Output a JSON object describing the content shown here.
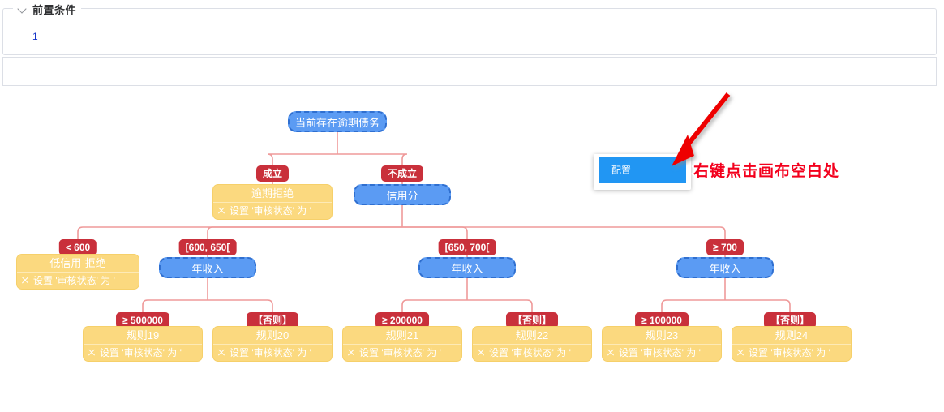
{
  "precondition_panel": {
    "legend": "前置条件",
    "collapse_icon": "chevron-down-icon",
    "value": "1"
  },
  "canvas": {
    "nodes": {
      "root": {
        "label": "当前存在逾期债务"
      },
      "overdue_reject": {
        "title": "逾期拒绝",
        "action": "设置 '审核状态' 为 '",
        "remove_icon": "x-icon"
      },
      "credit_score": {
        "label": "信用分"
      },
      "low_credit_reject": {
        "title": "低信用-拒绝",
        "action": "设置 '审核状态' 为 '",
        "remove_icon": "x-icon"
      },
      "income_1": {
        "label": "年收入"
      },
      "income_2": {
        "label": "年收入"
      },
      "income_3": {
        "label": "年收入"
      },
      "rule19": {
        "title": "规则19",
        "action": "设置 '审核状态' 为 '",
        "remove_icon": "x-icon"
      },
      "rule20": {
        "title": "规则20",
        "action": "设置 '审核状态' 为 '",
        "remove_icon": "x-icon"
      },
      "rule21": {
        "title": "规则21",
        "action": "设置 '审核状态' 为 '",
        "remove_icon": "x-icon"
      },
      "rule22": {
        "title": "规则22",
        "action": "设置 '审核状态' 为 '",
        "remove_icon": "x-icon"
      },
      "rule23": {
        "title": "规则23",
        "action": "设置 '审核状态' 为 '",
        "remove_icon": "x-icon"
      },
      "rule24": {
        "title": "规则24",
        "action": "设置 '审核状态' 为 '",
        "remove_icon": "x-icon"
      }
    },
    "edge_labels": {
      "true_branch": "成立",
      "false_branch": "不成立",
      "score_lt600": "< 600",
      "score_600_650": "[600, 650[",
      "score_650_700": "[650, 700[",
      "score_ge700": "≥ 700",
      "income_ge500000": "≥ 500000",
      "else_1": "【否则】",
      "income_ge200000": "≥ 200000",
      "else_2": "【否则】",
      "income_ge100000": "≥ 100000",
      "else_3": "【否则】"
    }
  },
  "context_menu": {
    "items": [
      {
        "label": "配置"
      }
    ]
  },
  "annotation": {
    "text": "右键点击画布空白处",
    "arrow_icon": "arrow-down-left-icon",
    "color": "#f3001d"
  },
  "colors": {
    "node_blue": "#5b9bf3",
    "node_blue_border": "#2f6fd0",
    "node_yellow": "#fbd97f",
    "edge_label_red": "#c9303b",
    "edge_line": "#ef9a9a",
    "menu_highlight": "#2196f3",
    "link_blue": "#1434c8"
  }
}
